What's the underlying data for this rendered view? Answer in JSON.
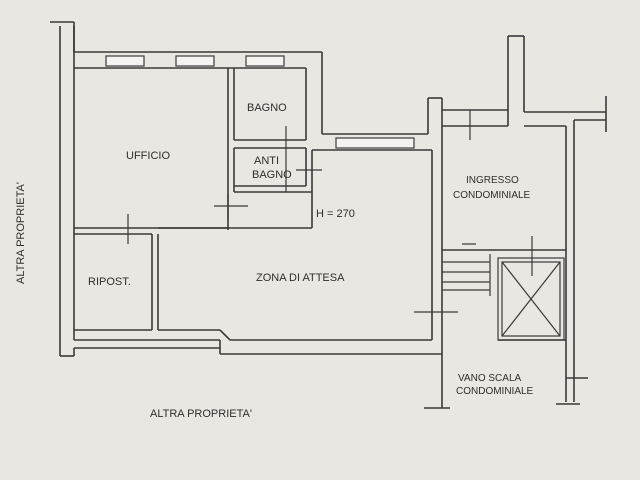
{
  "plan": {
    "rooms": {
      "ufficio": "UFFICIO",
      "bagno": "BAGNO",
      "antibagno_1": "ANTI",
      "antibagno_2": "BAGNO",
      "ripostiglio": "RIPOST.",
      "zona_attesa": "ZONA DI ATTESA",
      "ingresso_1": "INGRESSO",
      "ingresso_2": "CONDOMINIALE",
      "vano_scala_1": "VANO SCALA",
      "vano_scala_2": "CONDOMINIALE"
    },
    "height_label": "H = 270",
    "neighbours": {
      "left": "ALTRA PROPRIETA'",
      "bottom": "ALTRA PROPRIETA'"
    }
  }
}
